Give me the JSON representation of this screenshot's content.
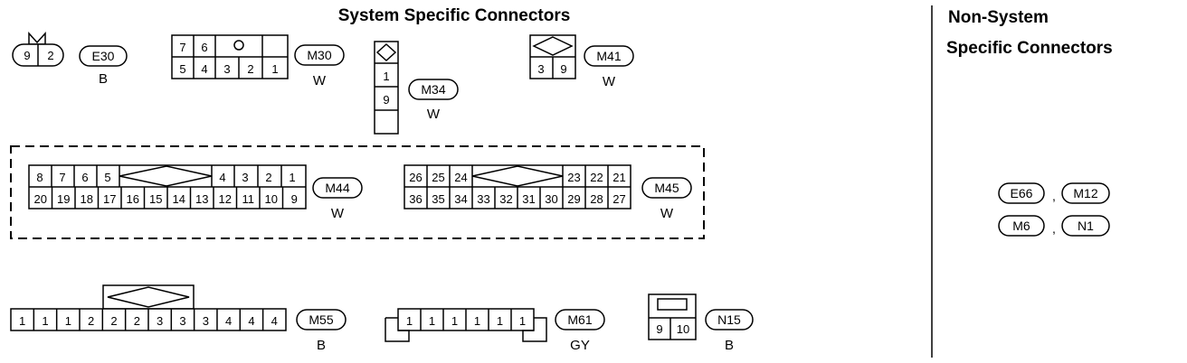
{
  "title": "System Specific Connectors",
  "side_title_line1": "Non-System",
  "side_title_line2": "Specific Connectors",
  "connectors": {
    "E30": {
      "tag": "E30",
      "color": "B",
      "pins": [
        "9",
        "2"
      ]
    },
    "M30": {
      "tag": "M30",
      "color": "W",
      "top": [
        "7",
        "6",
        "",
        "",
        ""
      ],
      "bottom": [
        "5",
        "4",
        "3",
        "2",
        "1"
      ]
    },
    "M34": {
      "tag": "M34",
      "color": "W",
      "pins": [
        "1",
        "9"
      ]
    },
    "M41": {
      "tag": "M41",
      "color": "W",
      "pins": [
        "3",
        "9"
      ]
    },
    "M44": {
      "tag": "M44",
      "color": "W",
      "top": [
        "8",
        "7",
        "6",
        "5",
        "4",
        "3",
        "2",
        "1"
      ],
      "bottom": [
        "20",
        "19",
        "18",
        "17",
        "16",
        "15",
        "14",
        "13",
        "12",
        "11",
        "10",
        "9"
      ]
    },
    "M45": {
      "tag": "M45",
      "color": "W",
      "top": [
        "26",
        "25",
        "24",
        "23",
        "22",
        "21"
      ],
      "bottom": [
        "36",
        "35",
        "34",
        "33",
        "32",
        "31",
        "30",
        "29",
        "28",
        "27"
      ]
    },
    "M55": {
      "tag": "M55",
      "color": "B",
      "pins": [
        "1",
        "1",
        "1",
        "2",
        "2",
        "2",
        "3",
        "3",
        "3",
        "4",
        "4",
        "4"
      ]
    },
    "M61": {
      "tag": "M61",
      "color": "GY",
      "pins": [
        "1",
        "1",
        "1",
        "1",
        "1",
        "1"
      ]
    },
    "N15": {
      "tag": "N15",
      "color": "B",
      "pins": [
        "9",
        "10"
      ]
    }
  },
  "non_system": {
    "row1": [
      "E66",
      "M12"
    ],
    "row2": [
      "M6",
      "N1"
    ],
    "separator": ","
  }
}
